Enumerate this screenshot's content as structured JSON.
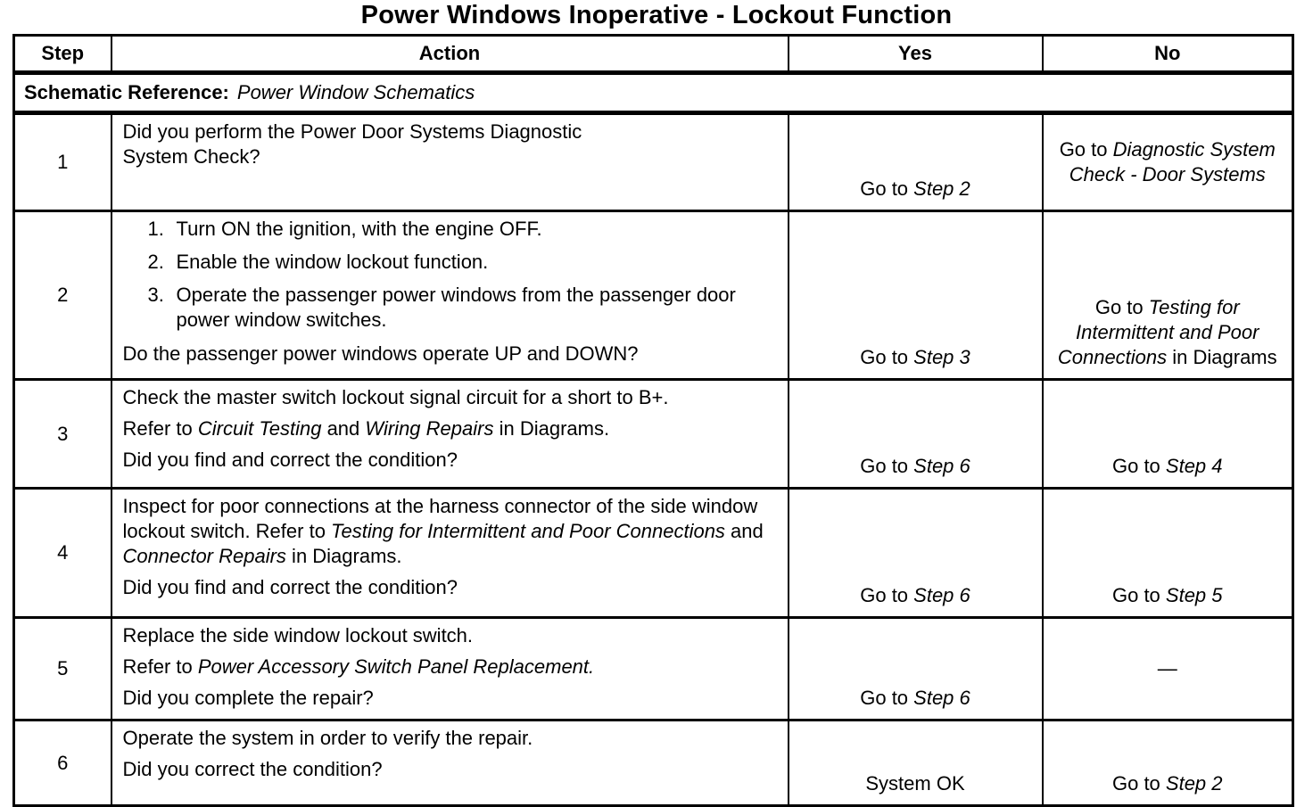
{
  "title": "Power Windows Inoperative - Lockout Function",
  "table": {
    "headers": {
      "step": "Step",
      "action": "Action",
      "yes": "Yes",
      "no": "No"
    },
    "schematic_reference": {
      "label": "Schematic Reference:",
      "value": "Power Window Schematics"
    },
    "rows": [
      {
        "step": "1",
        "action": [
          {
            "segments": [
              {
                "t": "Did you perform the Power Door Systems Diagnostic"
              },
              {
                "br": true
              },
              {
                "t": "System Check?"
              }
            ]
          }
        ],
        "yes": [
          {
            "t": "Go to "
          },
          {
            "t": "Step 2",
            "i": true
          }
        ],
        "no": [
          {
            "t": "Go to "
          },
          {
            "t": "Diagnostic System Check - Door Systems",
            "i": true
          }
        ]
      },
      {
        "step": "2",
        "action": [
          {
            "num": "1.",
            "segments": [
              {
                "t": "Turn ON the ignition, with the engine OFF."
              }
            ]
          },
          {
            "num": "2.",
            "segments": [
              {
                "t": "Enable the window lockout function."
              }
            ]
          },
          {
            "num": "3.",
            "segments": [
              {
                "t": "Operate the passenger power windows from the passenger door power window switches."
              }
            ]
          },
          {
            "segments": [
              {
                "t": "Do the passenger power windows operate UP and DOWN?"
              }
            ]
          }
        ],
        "yes": [
          {
            "t": "Go to "
          },
          {
            "t": "Step 3",
            "i": true
          }
        ],
        "no": [
          {
            "t": "Go to "
          },
          {
            "t": "Testing for Intermittent and Poor Connections",
            "i": true
          },
          {
            "t": " in Diagrams"
          }
        ]
      },
      {
        "step": "3",
        "action": [
          {
            "segments": [
              {
                "t": "Check the master switch lockout signal circuit for a short to B+."
              }
            ]
          },
          {
            "segments": [
              {
                "t": "Refer to "
              },
              {
                "t": "Circuit Testing",
                "i": true
              },
              {
                "t": " and "
              },
              {
                "t": "Wiring Repairs",
                "i": true
              },
              {
                "t": " in Diagrams."
              }
            ]
          },
          {
            "segments": [
              {
                "t": "Did you find and correct the condition?"
              }
            ]
          }
        ],
        "yes": [
          {
            "t": "Go to "
          },
          {
            "t": "Step 6",
            "i": true
          }
        ],
        "no": [
          {
            "t": "Go to "
          },
          {
            "t": "Step 4",
            "i": true
          }
        ]
      },
      {
        "step": "4",
        "action": [
          {
            "segments": [
              {
                "t": "Inspect for poor connections at the harness connector of the side window lockout switch. Refer to "
              },
              {
                "t": "Testing for Intermittent and Poor Connections",
                "i": true
              },
              {
                "t": " and "
              },
              {
                "t": "Connector Repairs",
                "i": true
              },
              {
                "t": " in Diagrams."
              }
            ]
          },
          {
            "segments": [
              {
                "t": "Did you find and correct the condition?"
              }
            ]
          }
        ],
        "yes": [
          {
            "t": "Go to "
          },
          {
            "t": "Step 6",
            "i": true
          }
        ],
        "no": [
          {
            "t": "Go to "
          },
          {
            "t": "Step 5",
            "i": true
          }
        ]
      },
      {
        "step": "5",
        "action": [
          {
            "segments": [
              {
                "t": "Replace the side window lockout switch."
              }
            ]
          },
          {
            "segments": [
              {
                "t": "Refer to "
              },
              {
                "t": "Power Accessory Switch Panel Replacement.",
                "i": true
              }
            ]
          },
          {
            "segments": [
              {
                "t": "Did you complete the repair?"
              }
            ]
          }
        ],
        "yes": [
          {
            "t": "Go to "
          },
          {
            "t": "Step 6",
            "i": true
          }
        ],
        "no": [
          {
            "t": "—"
          }
        ]
      },
      {
        "step": "6",
        "action": [
          {
            "segments": [
              {
                "t": "Operate the system in order to verify the repair."
              }
            ]
          },
          {
            "segments": [
              {
                "t": "Did you correct the condition?"
              }
            ]
          }
        ],
        "yes": [
          {
            "t": "System OK"
          }
        ],
        "no": [
          {
            "t": "Go to "
          },
          {
            "t": "Step 2",
            "i": true
          }
        ]
      }
    ]
  }
}
